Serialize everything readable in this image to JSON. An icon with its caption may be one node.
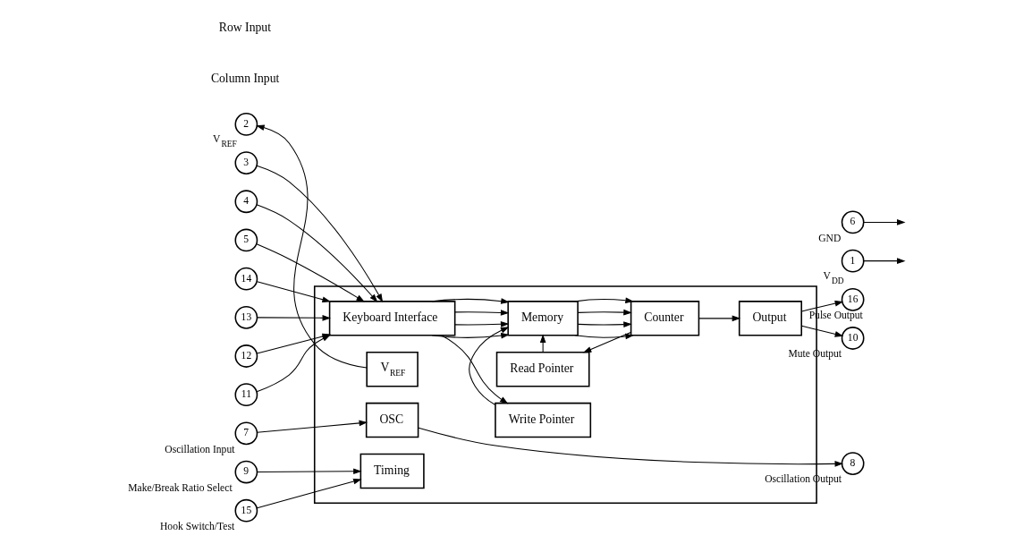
{
  "diagram": {
    "nodes": [
      {
        "text": [],
        "shape": "box"
      },
      {
        "text": [
          "Write Pointer"
        ],
        "in": 0
      },
      {
        "text": [
          "Keyboard Interface"
        ],
        "in": 0
      },
      {
        "text": [
          "Memory"
        ],
        "in": 0
      },
      {
        "text": [
          "Counter"
        ],
        "in": 0
      },
      {
        "text": [
          "Output"
        ],
        "in": 0
      },
      {
        "text": [
          "Read Pointer"
        ],
        "in": 0
      },
      {
        "text": [
          "V$_{REF}$"
        ],
        "in": 0
      },
      {
        "text": [
          "OSC"
        ],
        "in": 0
      },
      {
        "text": [
          "Timing"
        ],
        "in": 0
      },
      {
        "text": [
          "1"
        ],
        "beside": [
          "V$_{DD}$"
        ]
      },
      {
        "text": [
          "6"
        ],
        "beside": [
          "GND"
        ]
      },
      {
        "text": [
          "3"
        ]
      },
      {
        "text": [
          "4"
        ]
      },
      {
        "text": [
          "5"
        ]
      },
      {
        "text": [
          "14"
        ]
      },
      {
        "text": [
          "13"
        ]
      },
      {
        "text": [
          "12"
        ]
      },
      {
        "text": [
          "11"
        ]
      },
      {
        "text": [
          "16"
        ],
        "beside": [
          "Pulse Output"
        ]
      },
      {
        "text": [
          "10"
        ],
        "beside": [
          "Mute Output"
        ]
      },
      {
        "text": [
          "2"
        ],
        "beside": [
          "V$_{REF}$"
        ]
      },
      {
        "text": [
          "7"
        ],
        "beside": [
          "Oscillation Input"
        ]
      },
      {
        "text": [
          "8"
        ],
        "beside": [
          "Oscillation Output"
        ]
      },
      {
        "text": [
          "9"
        ],
        "beside": [
          "Make/Break Ratio Select"
        ]
      },
      {
        "text": [
          "15"
        ],
        "beside": [
          "Hook Switch/Test"
        ]
      }
    ],
    "edges": [
      {
        "from": 10,
        "to": null,
        "arrow": "to"
      },
      {
        "from": 11,
        "to": null,
        "arrow": "to"
      },
      {
        "from": 12,
        "to": 2,
        "arrow": "to"
      },
      {
        "from": 13,
        "to": 2,
        "arrow": "to"
      },
      {
        "from": 14,
        "to": 2,
        "arrow": "to"
      },
      {
        "from": 15,
        "to": 2,
        "arrow": "to"
      },
      {
        "from": 16,
        "to": 2,
        "arrow": "to"
      },
      {
        "from": 17,
        "to": 2,
        "arrow": "to"
      },
      {
        "from": 18,
        "to": 2,
        "arrow": "to"
      },
      {
        "from": 2,
        "to": 1,
        "arrow": "to"
      },
      {
        "from": 2,
        "to": 3,
        "arrow": "to"
      },
      {
        "from": 2,
        "to": 3,
        "arrow": "to"
      },
      {
        "from": 2,
        "to": 3,
        "arrow": "to"
      },
      {
        "from": 2,
        "to": 3,
        "arrow": "to"
      },
      {
        "from": 1,
        "to": 3,
        "arrow": "to"
      },
      {
        "from": 3,
        "to": 4,
        "arrow": "to"
      },
      {
        "from": 3,
        "to": 4,
        "arrow": "to"
      },
      {
        "from": 3,
        "to": 4,
        "arrow": "to"
      },
      {
        "from": 3,
        "to": 4,
        "arrow": "to"
      },
      {
        "from": 6,
        "to": 3,
        "arrow": "to"
      },
      {
        "from": 4,
        "to": 6,
        "arrow": "to"
      },
      {
        "from": 4,
        "to": 5,
        "arrow": "to"
      },
      {
        "from": 5,
        "to": 19,
        "arrow": "to"
      },
      {
        "from": 5,
        "to": 20,
        "arrow": "to"
      },
      {
        "from": 7,
        "to": 21,
        "arrow": "to"
      },
      {
        "from": 22,
        "to": 8,
        "arrow": "to"
      },
      {
        "from": 8,
        "to": 23,
        "arrow": "to"
      },
      {
        "from": 24,
        "to": 9,
        "arrow": "to"
      },
      {
        "from": 25,
        "to": 9,
        "arrow": "to"
      }
    ],
    "labels": [
      "Column Input",
      "Row Input"
    ]
  }
}
